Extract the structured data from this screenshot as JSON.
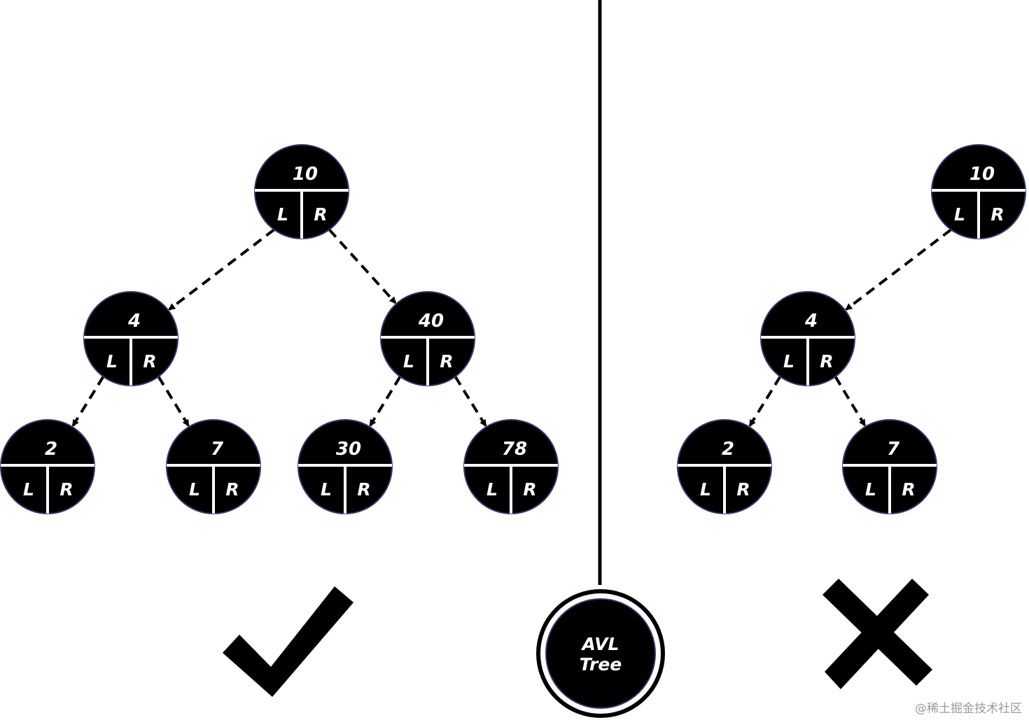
{
  "colors": {
    "node_fill": "#000000",
    "node_outline": "#2e3a66",
    "text": "#ffffff",
    "edge": "#000000",
    "background": "#ffffff",
    "watermark": "#9a9a9a"
  },
  "center_badge": {
    "line1": "AVL",
    "line2": "Tree"
  },
  "left_tree": {
    "verdict": "check-icon",
    "nodes": [
      {
        "id": "n10",
        "value": "10",
        "left": "L",
        "right": "R"
      },
      {
        "id": "n4",
        "value": "4",
        "left": "L",
        "right": "R"
      },
      {
        "id": "n40",
        "value": "40",
        "left": "L",
        "right": "R"
      },
      {
        "id": "n2",
        "value": "2",
        "left": "L",
        "right": "R"
      },
      {
        "id": "n7",
        "value": "7",
        "left": "L",
        "right": "R"
      },
      {
        "id": "n30",
        "value": "30",
        "left": "L",
        "right": "R"
      },
      {
        "id": "n78",
        "value": "78",
        "left": "L",
        "right": "R"
      }
    ],
    "edges": [
      {
        "from": "n10",
        "to": "n4"
      },
      {
        "from": "n10",
        "to": "n40"
      },
      {
        "from": "n4",
        "to": "n2"
      },
      {
        "from": "n4",
        "to": "n7"
      },
      {
        "from": "n40",
        "to": "n30"
      },
      {
        "from": "n40",
        "to": "n78"
      }
    ]
  },
  "right_tree": {
    "verdict": "cross-icon",
    "nodes": [
      {
        "id": "m10",
        "value": "10",
        "left": "L",
        "right": "R"
      },
      {
        "id": "m4",
        "value": "4",
        "left": "L",
        "right": "R"
      },
      {
        "id": "m2",
        "value": "2",
        "left": "L",
        "right": "R"
      },
      {
        "id": "m7",
        "value": "7",
        "left": "L",
        "right": "R"
      }
    ],
    "edges": [
      {
        "from": "m10",
        "to": "m4"
      },
      {
        "from": "m4",
        "to": "m2"
      },
      {
        "from": "m4",
        "to": "m7"
      }
    ]
  },
  "watermark": "@稀土掘金技术社区"
}
